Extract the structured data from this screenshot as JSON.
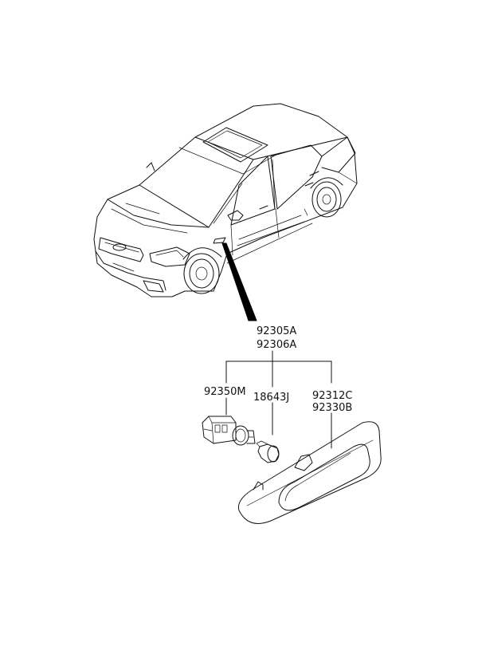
{
  "parts": {
    "assembly": [
      "92305A",
      "92306A"
    ],
    "socket": "92350M",
    "bulb": "18643J",
    "lamp": [
      "92312C",
      "92330B"
    ]
  }
}
